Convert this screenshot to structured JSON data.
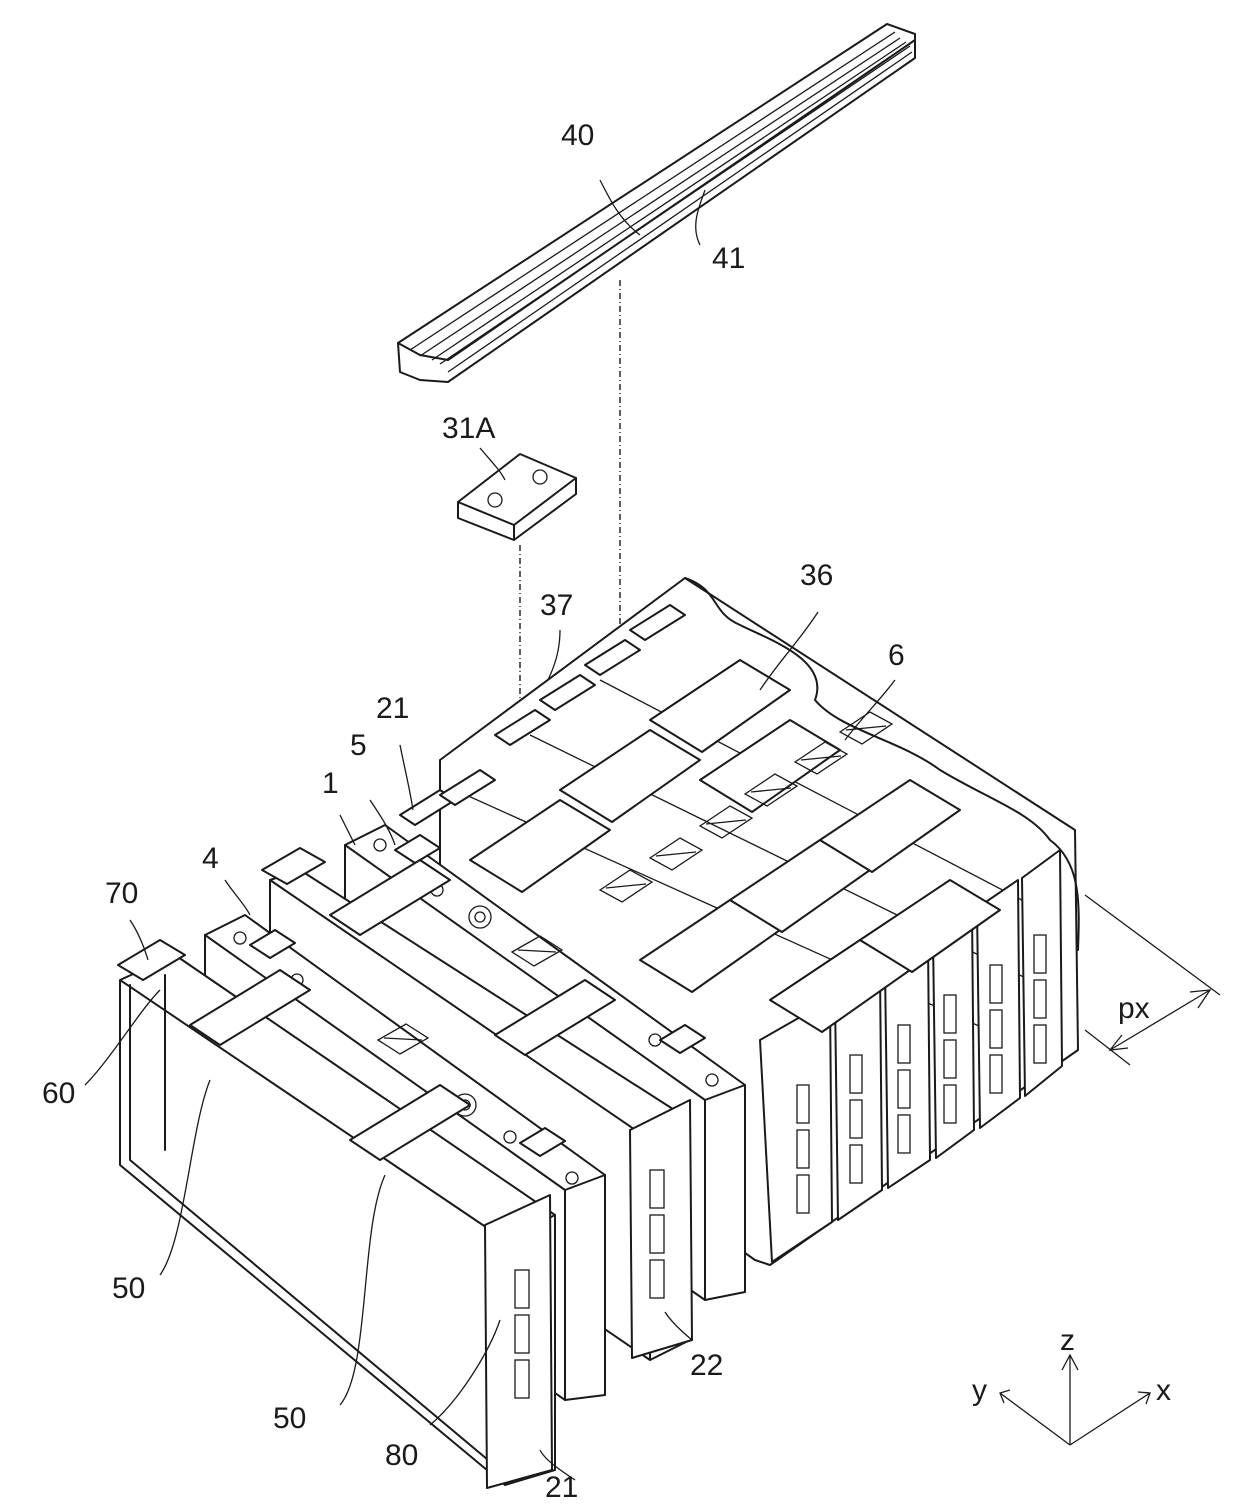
{
  "figure": {
    "labels": {
      "l40": "40",
      "l41": "41",
      "l31a": "31A",
      "l37": "37",
      "l36": "36",
      "l6": "6",
      "l21_top": "21",
      "l5": "5",
      "l1": "1",
      "l4": "4",
      "l70": "70",
      "l60": "60",
      "l50_a": "50",
      "l50_b": "50",
      "l80": "80",
      "l21_bottom": "21",
      "l22": "22",
      "lpx": "px"
    },
    "axes": {
      "z": "z",
      "y": "y",
      "x": "x"
    }
  }
}
